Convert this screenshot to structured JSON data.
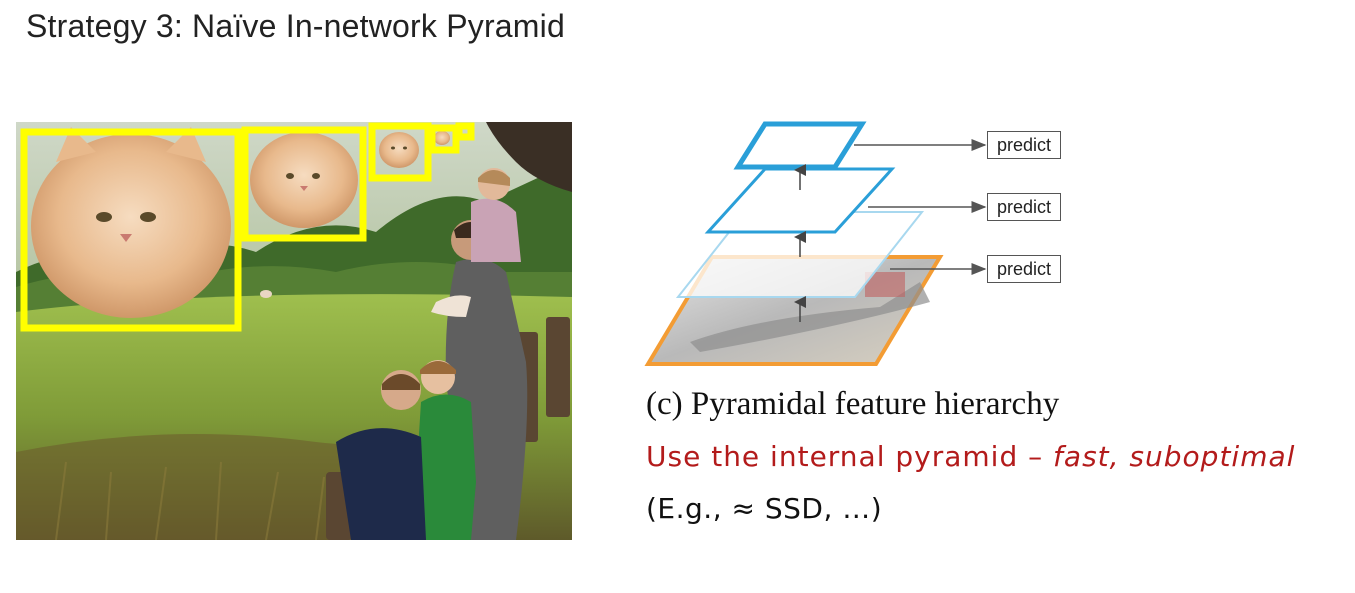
{
  "slide": {
    "title": "Strategy 3: Naïve In-network Pyramid"
  },
  "diagram": {
    "predict_labels": [
      "predict",
      "predict",
      "predict"
    ],
    "caption": "(c) Pyramidal feature hierarchy"
  },
  "note": {
    "prefix": "Use the internal pyramid – ",
    "emphasis": "fast, suboptimal"
  },
  "example": "(E.g., ≈ SSD, …)",
  "colors": {
    "highlight_box": "#ffff00",
    "feature_blue": "#2a9fd8",
    "feature_light_blue": "#a8d8ef",
    "feature_orange": "#f39c34",
    "note_red": "#b31b1b"
  }
}
